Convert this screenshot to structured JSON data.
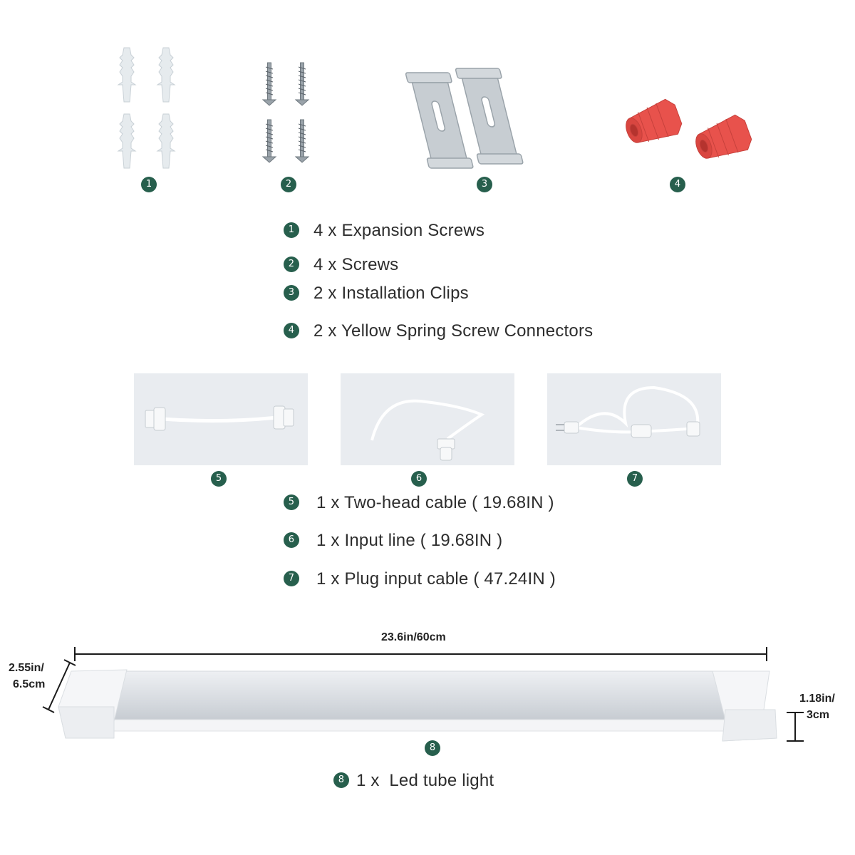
{
  "parts_top": [
    {
      "num": "1",
      "icon": "expansion-screw-icon"
    },
    {
      "num": "2",
      "icon": "screw-icon"
    },
    {
      "num": "3",
      "icon": "installation-clip-icon"
    },
    {
      "num": "4",
      "icon": "wire-connector-icon"
    }
  ],
  "list_top": [
    {
      "num": "1",
      "text": "4 x Expansion Screws"
    },
    {
      "num": "2",
      "text": "4 x Screws"
    },
    {
      "num": "3",
      "text": "2 x Installation Clips"
    },
    {
      "num": "4",
      "text": "2 x Yellow Spring Screw Connectors"
    }
  ],
  "parts_cables": [
    {
      "num": "5",
      "icon": "two-head-cable-icon"
    },
    {
      "num": "6",
      "icon": "input-line-icon"
    },
    {
      "num": "7",
      "icon": "plug-input-cable-icon"
    }
  ],
  "list_cables": [
    {
      "num": "5",
      "text": "1 x Two-head cable ( 19.68IN )"
    },
    {
      "num": "6",
      "text": "1 x Input line ( 19.68IN )"
    },
    {
      "num": "7",
      "text": "1 x Plug input cable ( 47.24IN )"
    }
  ],
  "tube": {
    "num": "8",
    "length_label": "23.6in/60cm",
    "width_label_1": "2.55in/",
    "width_label_2": "6.5cm",
    "height_label_1": "1.18in/",
    "height_label_2": "3cm",
    "caption_num": "8",
    "caption_text": "1 x  Led tube light"
  },
  "colors": {
    "badge": "#275f4d",
    "connector": "#e8524c",
    "photo_bg": "#e9ecf0"
  }
}
